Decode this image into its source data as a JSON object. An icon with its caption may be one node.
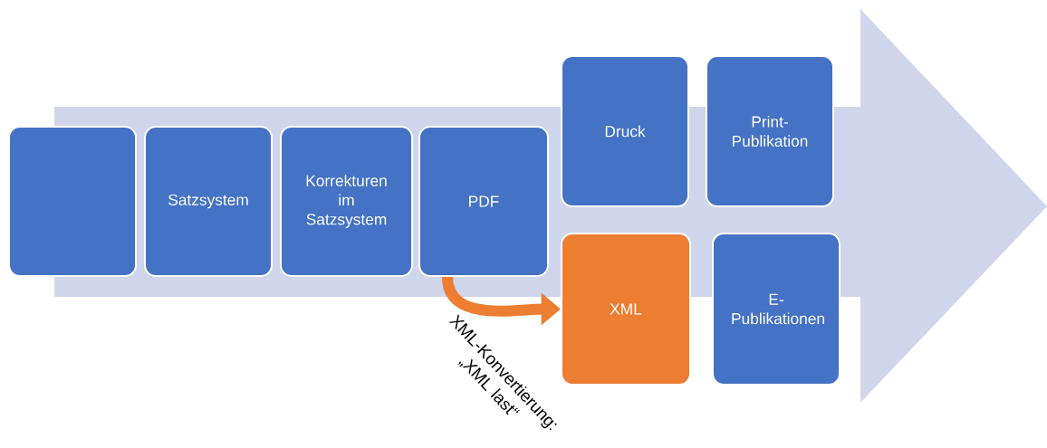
{
  "diagram": {
    "nodes": [
      {
        "text": [],
        "shape": "box"
      },
      {
        "text": [
          "Satzsystem"
        ]
      },
      {
        "text": [
          "Korrekturen im Satzsystem"
        ]
      },
      {
        "text": [
          "PDF"
        ]
      },
      {
        "text": [
          "Druck"
        ]
      },
      {
        "text": [
          "Print-Publikation"
        ]
      },
      {
        "text": [
          "XML"
        ]
      },
      {
        "text": [
          "E-Publikationen"
        ]
      }
    ],
    "edges": [
      {
        "from": 3,
        "to": 6,
        "arrow": "to",
        "label": "XML-Konvertierung: „XML last“",
        "color": "#ed7d31"
      }
    ]
  }
}
